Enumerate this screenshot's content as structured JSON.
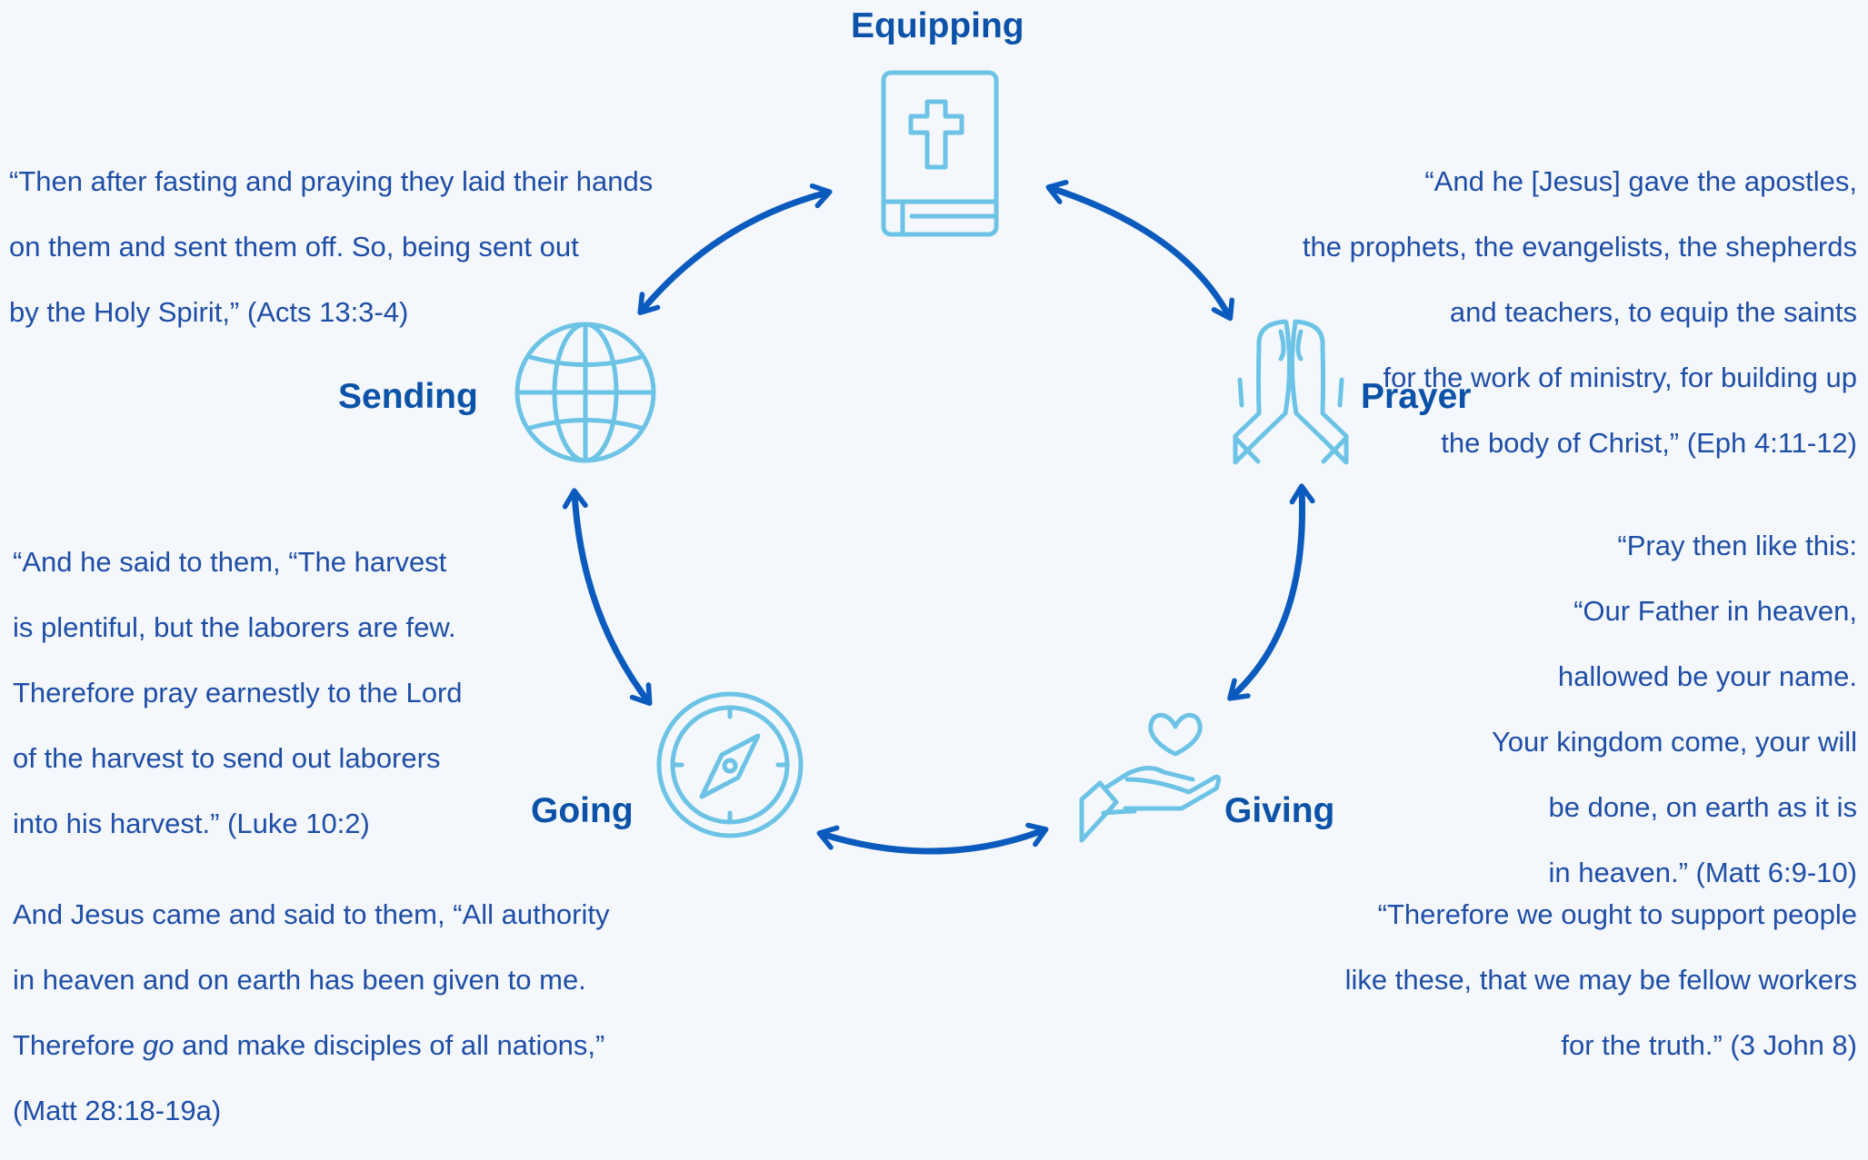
{
  "diagram": {
    "colors": {
      "arrow": "#0b5bbf",
      "icon": "#6cc3e6",
      "label": "#0b52a8",
      "text": "#1f4ea7",
      "background": "#f4f8fd"
    },
    "nodes": [
      {
        "id": "equipping",
        "label": "Equipping",
        "icon": "bible-icon"
      },
      {
        "id": "prayer",
        "label": "Prayer",
        "icon": "praying-hands-icon"
      },
      {
        "id": "giving",
        "label": "Giving",
        "icon": "giving-hand-heart-icon"
      },
      {
        "id": "going",
        "label": "Going",
        "icon": "compass-icon"
      },
      {
        "id": "sending",
        "label": "Sending",
        "icon": "globe-icon"
      }
    ],
    "quotes": {
      "equipping": [
        "“And he [Jesus] gave the apostles,",
        "the prophets, the evangelists, the shepherds",
        "and teachers, to equip the saints",
        "for the work of ministry, for building up",
        "the body of Christ,” (Eph 4:11-12)"
      ],
      "prayer": [
        "“Pray then like this:",
        "“Our Father in heaven,",
        "hallowed be your name.",
        "Your kingdom come, your will",
        "be done, on earth as it is",
        "in heaven.” (Matt 6:9-10)"
      ],
      "giving": [
        "“Therefore we ought to support people",
        "like these, that we may be fellow workers",
        "for the truth.” (3 John 8)"
      ],
      "going": {
        "line1": "And Jesus came and said to them, “All authority",
        "line2": "in heaven and on earth has been given to me.",
        "line3_before": "Therefore ",
        "line3_em": "go",
        "line3_after": " and make disciples of all nations,”",
        "line4": "(Matt 28:18-19a)"
      },
      "sending": [
        "“And he said to them, “The harvest",
        "is plentiful, but the laborers are few.",
        "Therefore pray earnestly to the Lord",
        "of the harvest to send out laborers",
        "into his harvest.” (Luke 10:2)"
      ],
      "top_left": [
        "“Then after fasting and praying they laid their hands",
        "on them and sent them off. So, being sent out",
        "by the Holy Spirit,” (Acts 13:3-4)"
      ]
    }
  }
}
